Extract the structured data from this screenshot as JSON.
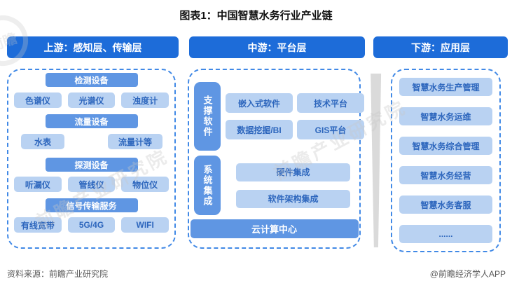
{
  "title": "图表1：中国智慧水务行业产业链",
  "upstream": {
    "header": "上游：感知层、传输层",
    "groups": [
      {
        "label": "检测设备",
        "items": [
          "色谱仪",
          "光谱仪",
          "浊度计"
        ]
      },
      {
        "label": "流量设备",
        "items": [
          "水表",
          "流量计等"
        ]
      },
      {
        "label": "探测设备",
        "items": [
          "听漏仪",
          "管线仪",
          "物位仪"
        ]
      },
      {
        "label": "信号传输服务",
        "items": [
          "有线宽带",
          "5G/4G",
          "WIFI"
        ]
      }
    ]
  },
  "midstream": {
    "header": "中游：平台层",
    "support_software": {
      "label": "支撑软件",
      "rows": [
        [
          "嵌入式软件",
          "技术平台"
        ],
        [
          "数据挖掘/BI",
          "GIS平台"
        ]
      ]
    },
    "system_integration": {
      "label": "系统集成",
      "rows": [
        "硬件集成",
        "软件架构集成"
      ]
    },
    "cloud_bar": "云计算中心"
  },
  "downstream": {
    "header": "下游：应用层",
    "items": [
      "智慧水务生产管理",
      "智慧水务运维",
      "智慧水务综合管理",
      "智慧水务经营",
      "智慧水务客服",
      "......"
    ]
  },
  "footer": {
    "source": "资料来源：前瞻产业研究院",
    "credit": "@前瞻经济学人APP"
  },
  "watermark": {
    "logo": "前瞻",
    "text": "前瞻产业研究院"
  },
  "colors": {
    "header_blue": "#1d6cd9",
    "mid_blue": "#5f96e3",
    "light_blue": "#b9d2f2",
    "item_text": "#2d66bd",
    "dash_blue": "#4189e6",
    "footer_gray": "#595959",
    "wedge_gray": "#dadada",
    "watermark_gray": "#c8c8c8"
  }
}
